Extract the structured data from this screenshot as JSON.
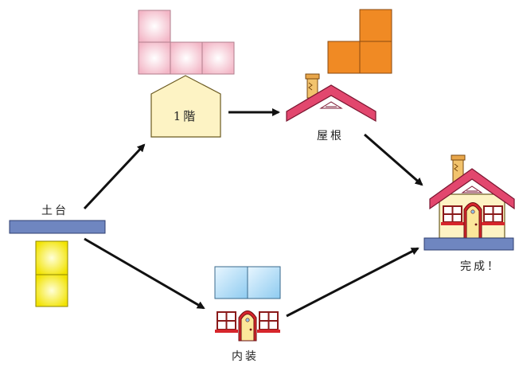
{
  "labels": {
    "foundation": "土台",
    "first_floor": "1階",
    "roof": "屋根",
    "interior": "内装",
    "complete": "完成！"
  },
  "colors": {
    "pink_block": "#f6c6d2",
    "orange_block": "#f08a24",
    "yellow_block": "#f6ee3c",
    "blue_bar": "#6f86c0",
    "roof_red": "#e2476e",
    "house_wall": "#fdf3c4",
    "window_blue": "#a9d6f2",
    "door_red": "#d6252b",
    "arrow": "#111111"
  },
  "steps": [
    {
      "id": "foundation",
      "label_key": "foundation"
    },
    {
      "id": "first-floor",
      "label_key": "first_floor"
    },
    {
      "id": "roof",
      "label_key": "roof"
    },
    {
      "id": "interior",
      "label_key": "interior"
    },
    {
      "id": "complete",
      "label_key": "complete"
    }
  ],
  "edges": [
    {
      "from": "foundation",
      "to": "first-floor"
    },
    {
      "from": "foundation",
      "to": "interior"
    },
    {
      "from": "first-floor",
      "to": "roof"
    },
    {
      "from": "roof",
      "to": "complete"
    },
    {
      "from": "interior",
      "to": "complete"
    }
  ]
}
